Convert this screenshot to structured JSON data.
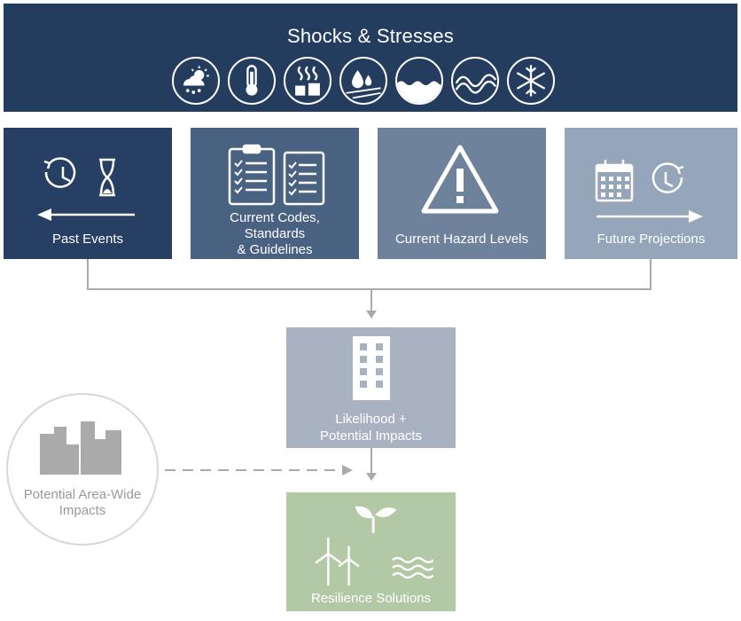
{
  "banner": {
    "title": "Shocks & Stresses",
    "icons": [
      "storm-icon",
      "thermometer-icon",
      "heat-icon",
      "drought-icon",
      "flood-icon",
      "wave-icon",
      "snowflake-icon"
    ]
  },
  "sources": {
    "past_events": "Past Events",
    "codes_line1": "Current Codes,",
    "codes_line2": "Standards",
    "codes_line3": "& Guidelines",
    "hazard_levels": "Current Hazard Levels",
    "future_projections": "Future Projections"
  },
  "likelihood": {
    "line1": "Likelihood +",
    "line2": "Potential Impacts"
  },
  "area_wide": {
    "line1": "Potential Area-Wide",
    "line2": "Impacts"
  },
  "solutions": {
    "label": "Resilience Solutions"
  },
  "colors": {
    "banner": "#243d5e",
    "past_events": "#263f63",
    "codes": "#4a6282",
    "hazard": "#6e829c",
    "future": "#96a6ba",
    "likelihood": "#a8b2c1",
    "solutions": "#b3c9a6",
    "connector": "#aaaaaa"
  }
}
